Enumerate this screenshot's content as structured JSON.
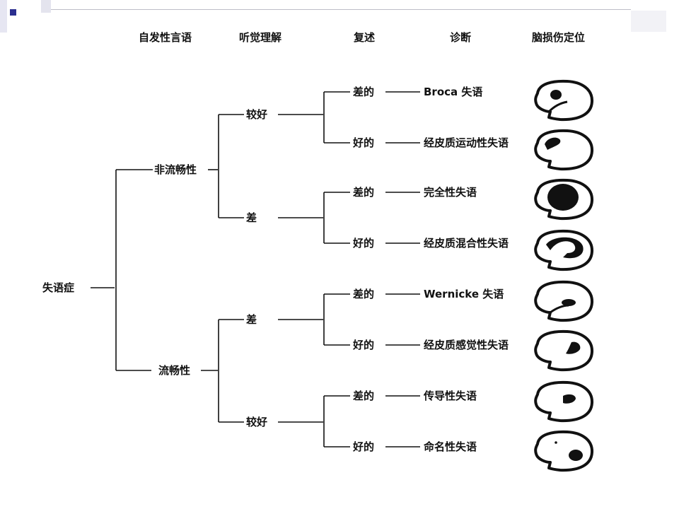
{
  "headers": [
    "自发性言语",
    "听觉理解",
    "复述",
    "诊断",
    "脑损伤定位"
  ],
  "root": "失语症",
  "fluency": {
    "nonfluent": "非流畅性",
    "fluent": "流畅性"
  },
  "comprehension": {
    "good": "较好",
    "poor": "差"
  },
  "repetition": {
    "poor": "差的",
    "good": "好的"
  },
  "diagnoses": [
    "Broca 失语",
    "经皮质运动性失语",
    "完全性失语",
    "经皮质混合性失语",
    "Wernicke 失语",
    "经皮质感觉性失语",
    "传导性失语",
    "命名性失语"
  ]
}
